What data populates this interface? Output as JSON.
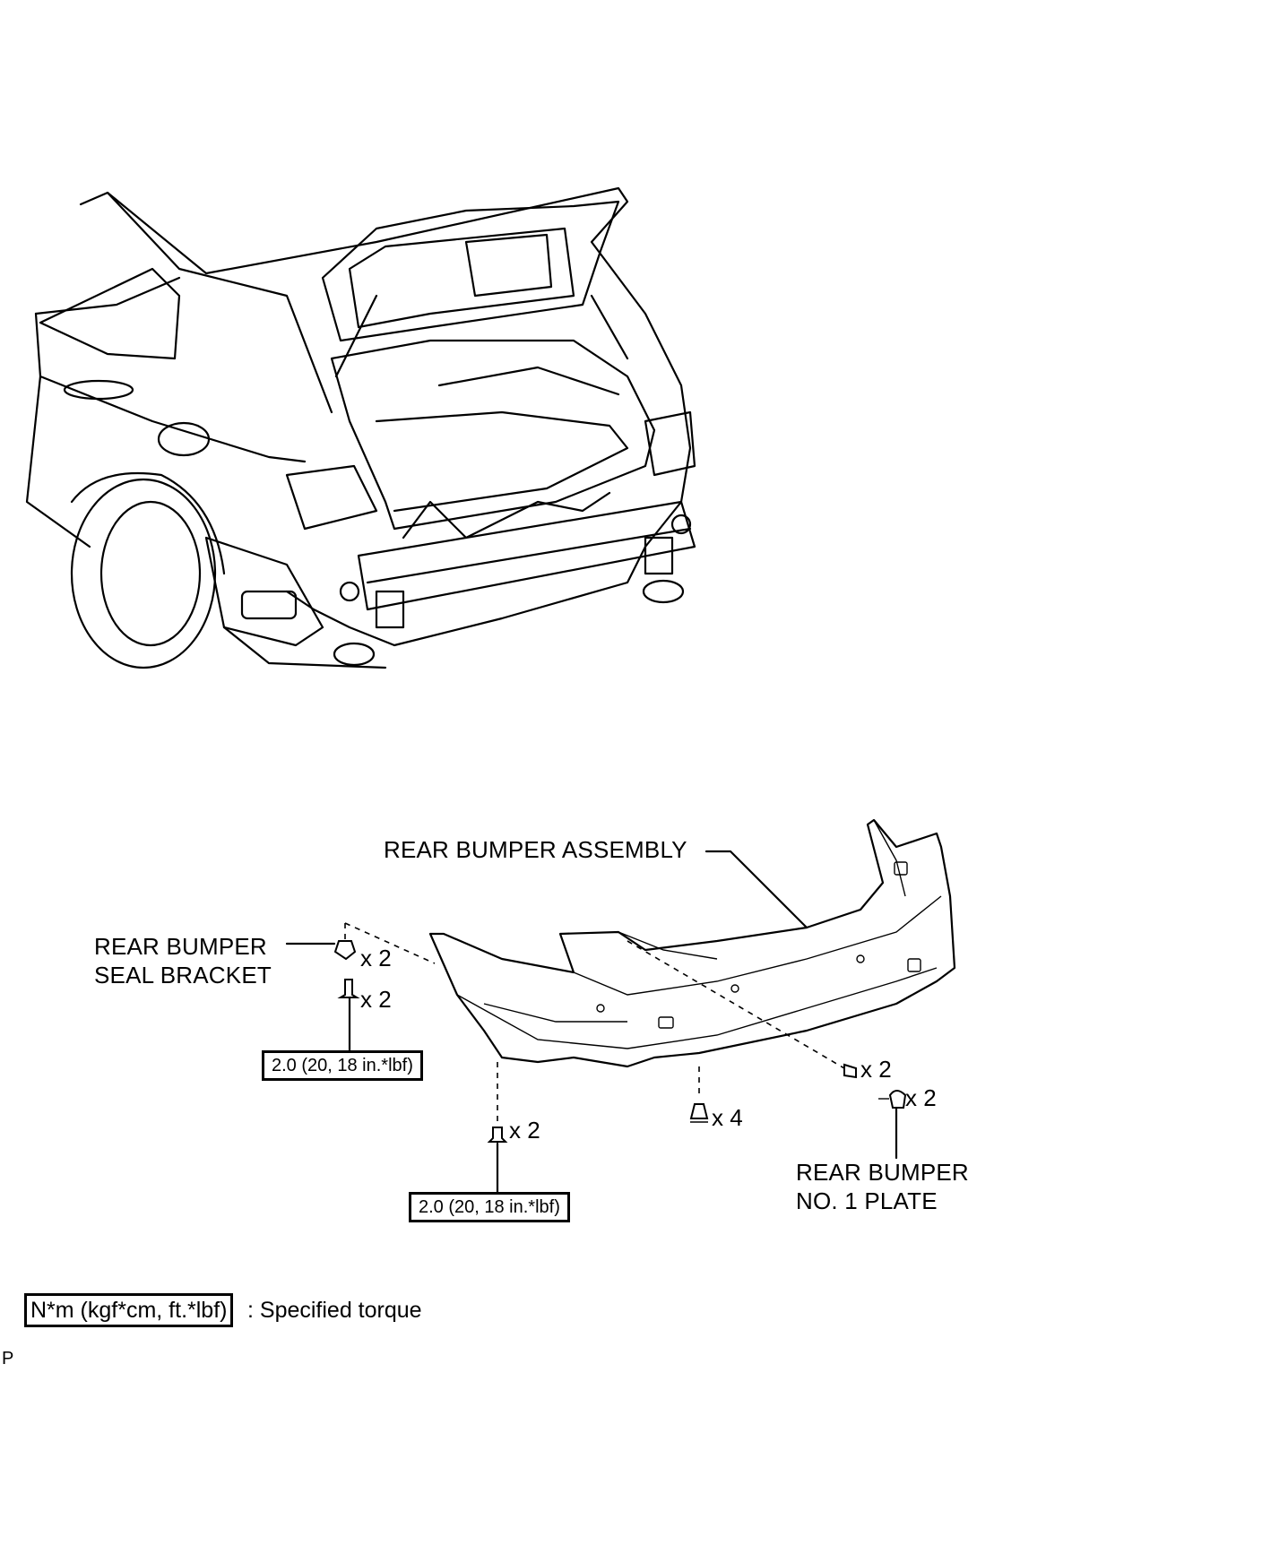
{
  "diagram": {
    "part_labels": {
      "rear_bumper_assembly": "REAR BUMPER ASSEMBLY",
      "seal_bracket_line1": "REAR BUMPER",
      "seal_bracket_line2": "SEAL BRACKET",
      "no1_plate_line1": "REAR BUMPER",
      "no1_plate_line2": "NO. 1 PLATE"
    },
    "quantities": {
      "seal_bracket_clip": "x 2",
      "seal_bracket_screw": "x 2",
      "side_screw": "x 2",
      "plate": "x 2",
      "bottom_screw": "x 2",
      "bottom_clip": "x 4"
    },
    "torque_specs": {
      "left": "2.0 (20, 18 in.*lbf)",
      "bottom": "2.0 (20, 18 in.*lbf)"
    },
    "legend": {
      "box": "N*m (kgf*cm, ft.*lbf)",
      "text": ": Specified torque"
    },
    "figure_code": "P"
  }
}
